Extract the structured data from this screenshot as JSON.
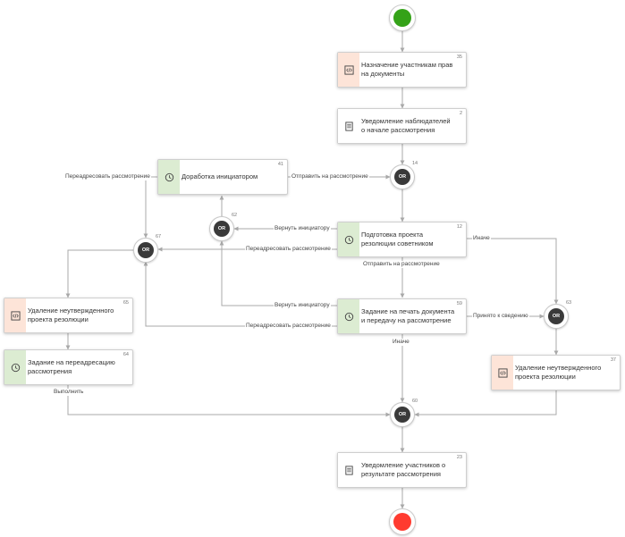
{
  "colors": {
    "start": "#34a218",
    "end": "#ff3b30",
    "edge": "#a8a8a8",
    "gateway": "#3a3a3a",
    "script_side": "#fde4d8",
    "timer_side": "#dcecd2",
    "icon": "#444444"
  },
  "gateway_label": "OR",
  "nodes": {
    "assign_rights": {
      "label": "Назначение участникам прав на документы",
      "number": "35",
      "icon": "code-icon"
    },
    "notify_observers": {
      "label": "Уведомление наблюдателей о начале рассмотрения",
      "number": "2",
      "icon": "document-icon"
    },
    "rework_initiator": {
      "label": "Доработка инициатором",
      "number": "41",
      "icon": "clock-icon"
    },
    "prepare_resolution": {
      "label": "Подготовка проекта резолюции советником",
      "number": "12",
      "icon": "clock-icon"
    },
    "print_task": {
      "label": "Задание на печать документа и передачу на рассмотрение",
      "number": "59",
      "icon": "clock-icon"
    },
    "delete_left": {
      "label": "Удаление неутвержденного проекта резолюции",
      "number": "65",
      "icon": "code-icon"
    },
    "readdress_task": {
      "label": "Задание на переадресацию рассмотрения",
      "number": "64",
      "icon": "clock-icon"
    },
    "delete_right": {
      "label": "Удаление неутвержденного проекта резолюции",
      "number": "37",
      "icon": "code-icon"
    },
    "notify_participants": {
      "label": "Уведомление участников о результате рассмотрения",
      "number": "23",
      "icon": "document-icon"
    }
  },
  "gateways": {
    "g14": {
      "number": "14"
    },
    "g62": {
      "number": "62"
    },
    "g67": {
      "number": "67"
    },
    "g63": {
      "number": "63"
    },
    "g60": {
      "number": "60"
    }
  },
  "edge_labels": {
    "readdress_top": "Переадресовать рассмотрение",
    "send_review_top": "Отправить на рассмотрение",
    "return_initiator_1": "Вернуть инициатору",
    "readdress_mid": "Переадресовать рассмотрение",
    "send_review_mid": "Отправить на рассмотрение",
    "otherwise_right": "Иначе",
    "return_initiator_2": "Вернуть инициатору",
    "accepted_info": "Принято к сведению",
    "readdress_low": "Переадресовать рассмотрение",
    "otherwise_low": "Иначе",
    "execute": "Выполнить"
  }
}
